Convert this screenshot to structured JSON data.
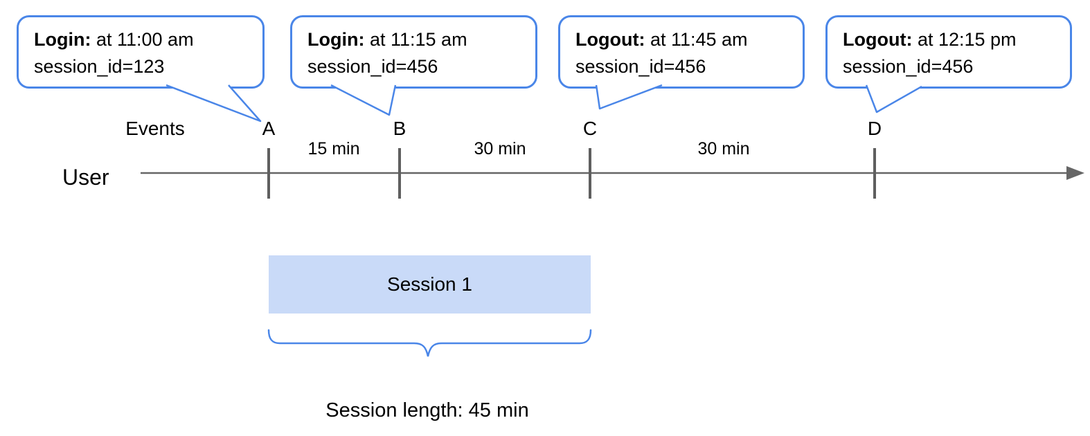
{
  "axis": {
    "events_label": "Events",
    "user_label": "User"
  },
  "callouts": [
    {
      "event": "A",
      "label": "Login:",
      "detail": " at 11:00 am",
      "session": "session_id=123"
    },
    {
      "event": "B",
      "label": "Login:",
      "detail": " at 11:15 am",
      "session": "session_id=456"
    },
    {
      "event": "C",
      "label": "Logout:",
      "detail": " at 11:45 am",
      "session": "session_id=456"
    },
    {
      "event": "D",
      "label": "Logout:",
      "detail": " at 12:15 pm",
      "session": "session_id=456"
    }
  ],
  "timeline": {
    "tick_labels": [
      "A",
      "B",
      "C",
      "D"
    ],
    "interval_labels": [
      "15 min",
      "30 min",
      "30 min"
    ]
  },
  "session": {
    "box_label": "Session 1",
    "length_label": "Session length: 45 min"
  },
  "colors": {
    "accent_blue": "#4a86e8",
    "session_fill": "#c9daf8",
    "timeline_gray": "#666666",
    "tick_gray": "#5f5f5f"
  }
}
